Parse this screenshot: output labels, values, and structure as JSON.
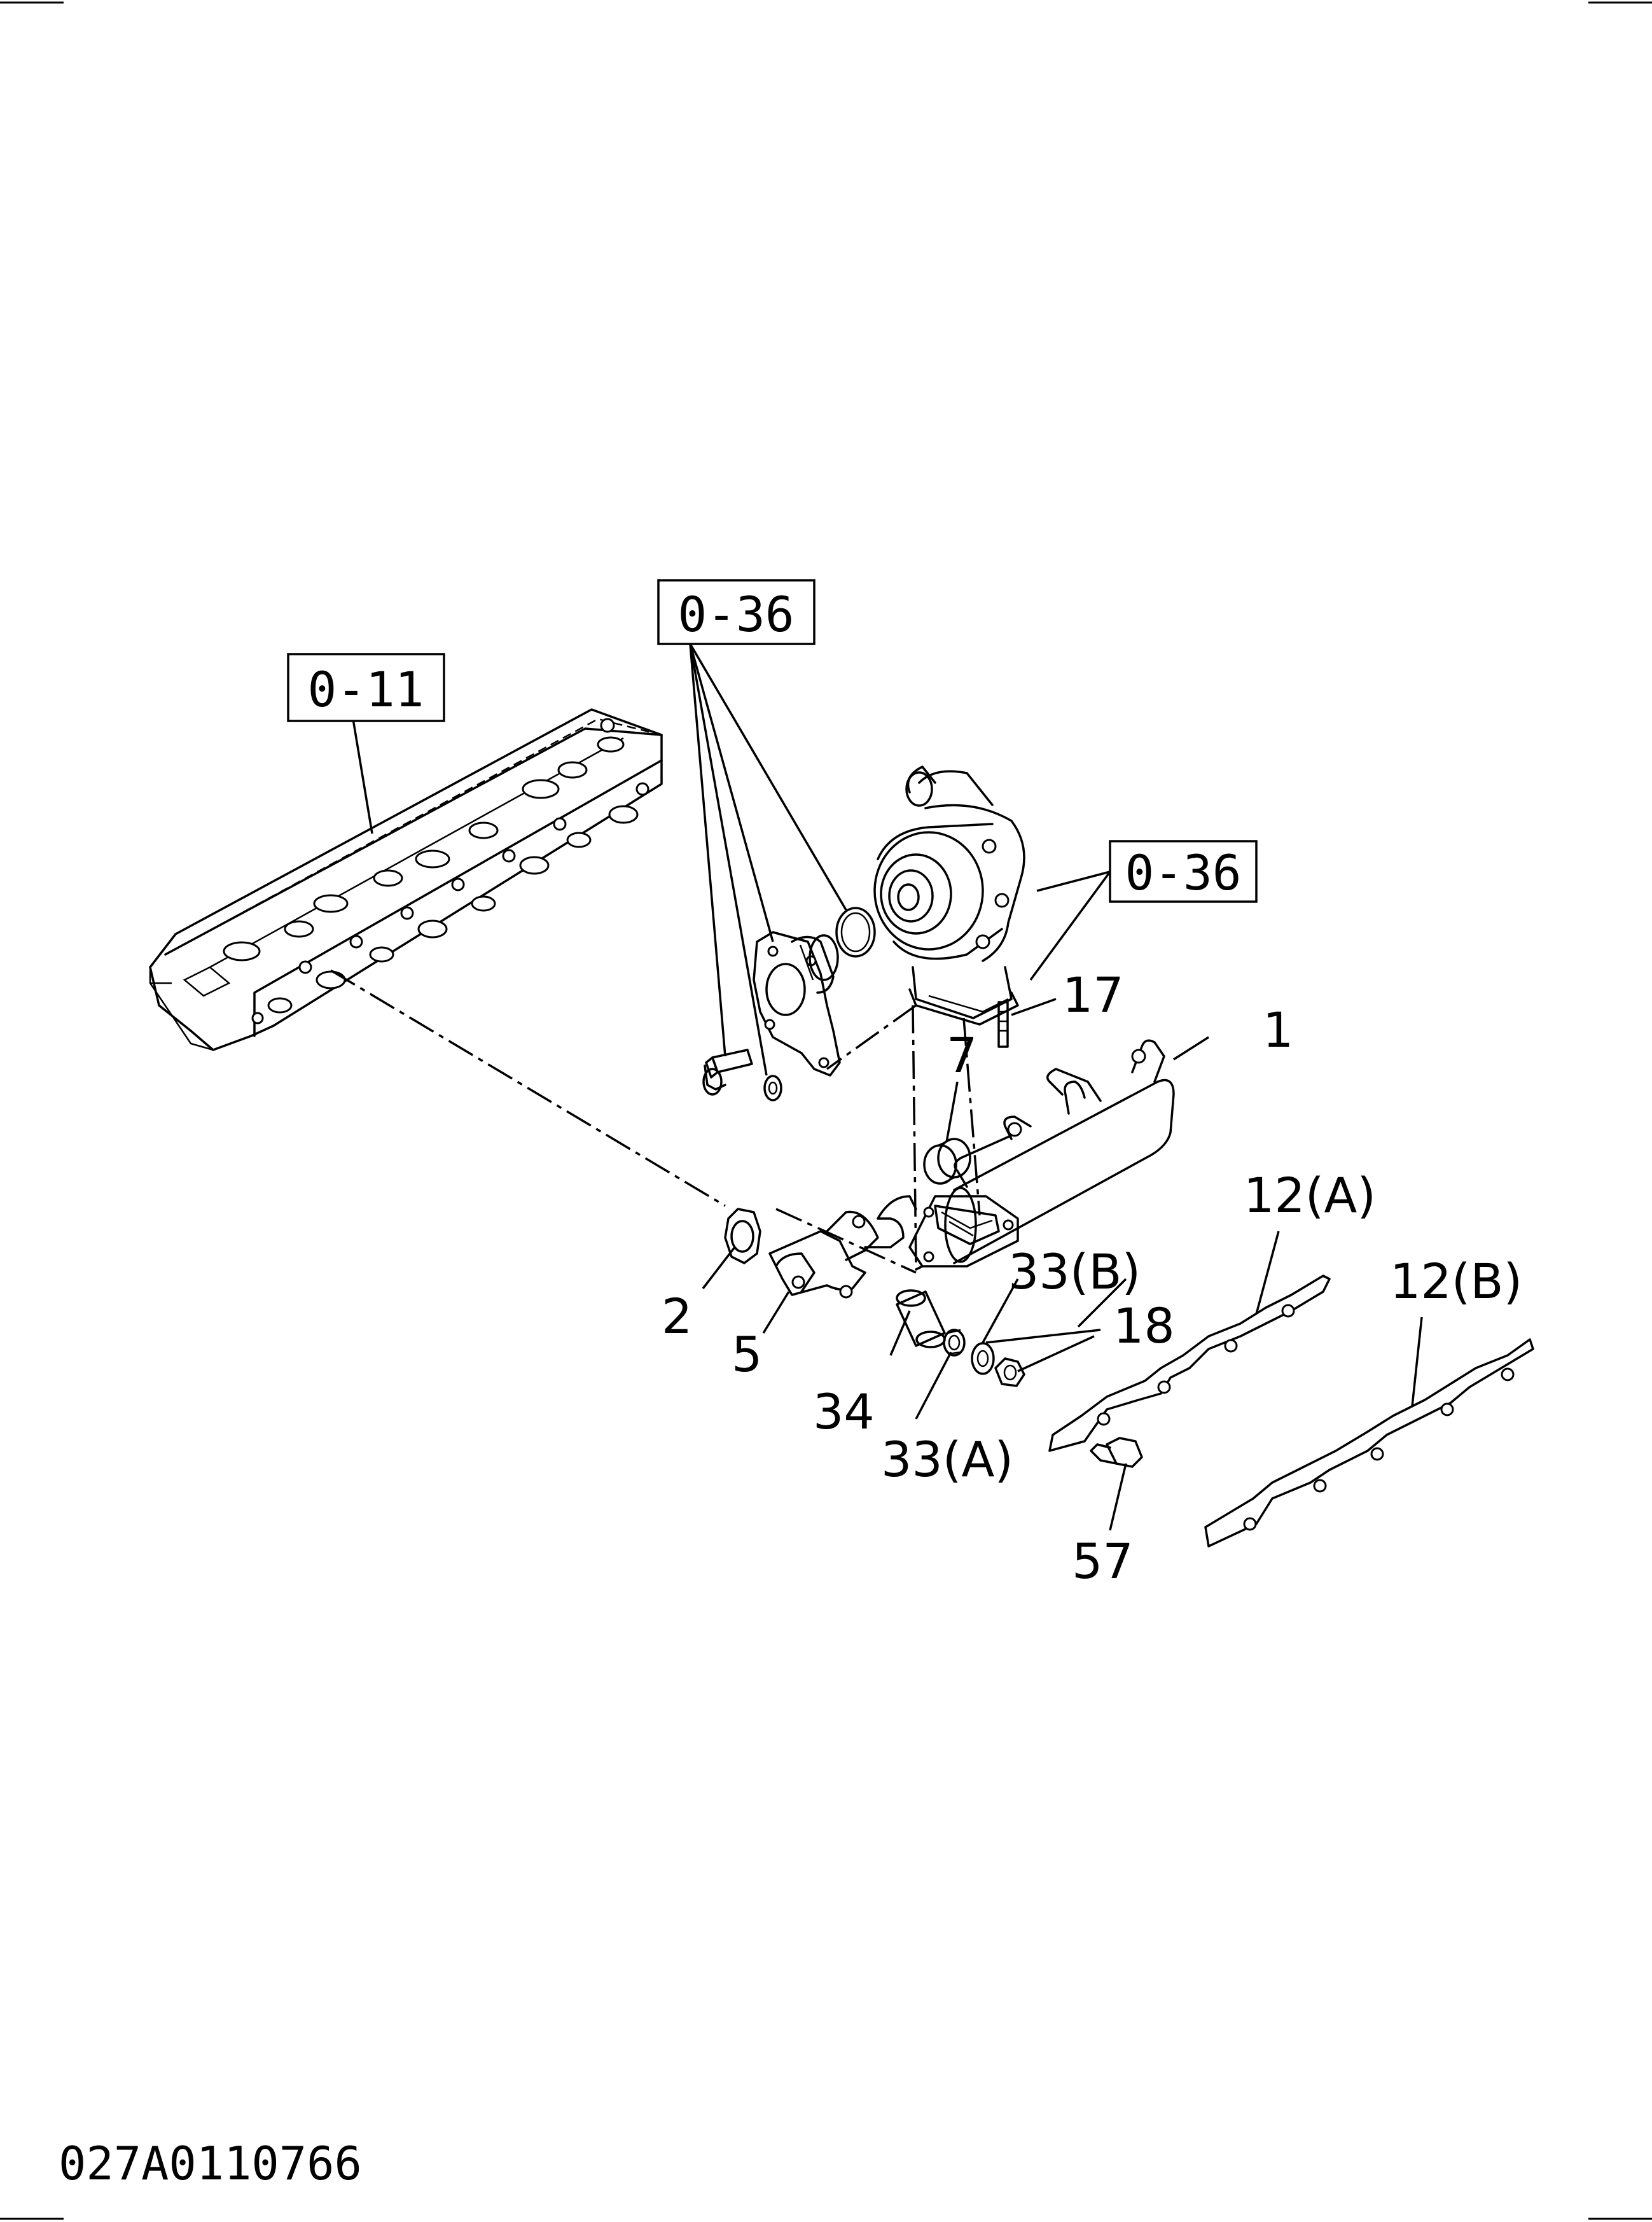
{
  "references": {
    "cylinder_head": "0-11",
    "turbo_top": "0-36",
    "turbo_side": "0-36"
  },
  "callouts": {
    "manifold": "1",
    "gasket": "2",
    "manifold_front": "5",
    "seal_ring": "7",
    "gasket_plate_a": "12(A)",
    "gasket_plate_b": "12(B)",
    "stud": "17",
    "nut": "18",
    "washer_a": "33(A)",
    "washer_b": "33(B)",
    "sleeve": "34",
    "bolt": "57"
  },
  "drawing_code": "027A0110766"
}
